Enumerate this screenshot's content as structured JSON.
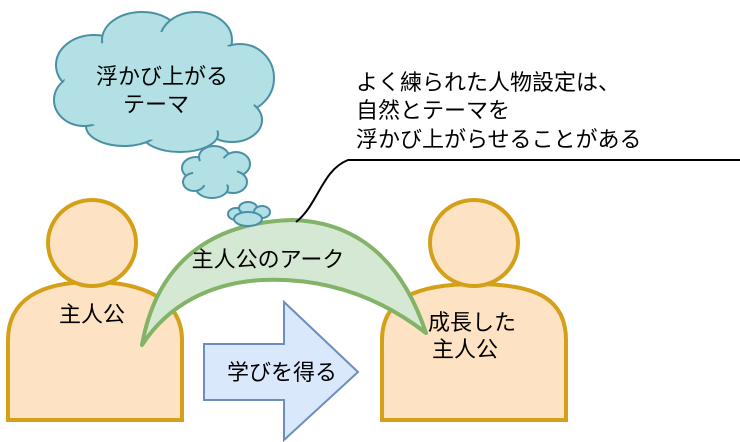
{
  "thought_bubble": {
    "line1": "浮かび上がる",
    "line2": "テーマ"
  },
  "callout": {
    "line1": "よく練られた人物設定は、",
    "line2": "自然とテーマを",
    "line3": "浮かび上がらせることがある"
  },
  "left_person": {
    "label": "主人公"
  },
  "right_person": {
    "line1": "成長した",
    "line2": "主人公"
  },
  "arc": {
    "label": "主人公のアーク"
  },
  "arrow": {
    "label": "学びを得る"
  },
  "colors": {
    "cloud_fill": "#b3e0e4",
    "cloud_stroke": "#4a90a4",
    "person_fill": "#fde2c4",
    "person_stroke": "#d4a017",
    "arc_fill": "#d5e8d4",
    "arc_stroke": "#82b366",
    "arrow_fill": "#dae8fc",
    "arrow_stroke": "#6c8ebf"
  }
}
